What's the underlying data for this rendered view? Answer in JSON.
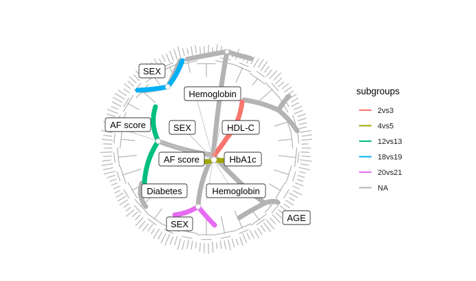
{
  "tree": {
    "node_labels": {
      "hemoglobin_top": "Hemoglobin",
      "sex_upper_left": "SEX",
      "sex_center": "SEX",
      "hdl_c": "HDL-C",
      "af_score_left": "AF score",
      "af_score_center": "AF score",
      "hba1c": "HbA1c",
      "diabetes": "Diabetes",
      "hemoglobin_bottom": "Hemoglobin",
      "sex_bottom": "SEX",
      "age": "AGE"
    }
  },
  "legend": {
    "title": "subgroups",
    "items": [
      {
        "label": "2vs3",
        "color": "#F8766D"
      },
      {
        "label": "4vs5",
        "color": "#A3A500"
      },
      {
        "label": "12vs13",
        "color": "#00BF7D"
      },
      {
        "label": "18vs19",
        "color": "#00B0F6"
      },
      {
        "label": "20vs21",
        "color": "#E76BF3"
      },
      {
        "label": "NA",
        "color": "#B3B3B3"
      }
    ]
  }
}
